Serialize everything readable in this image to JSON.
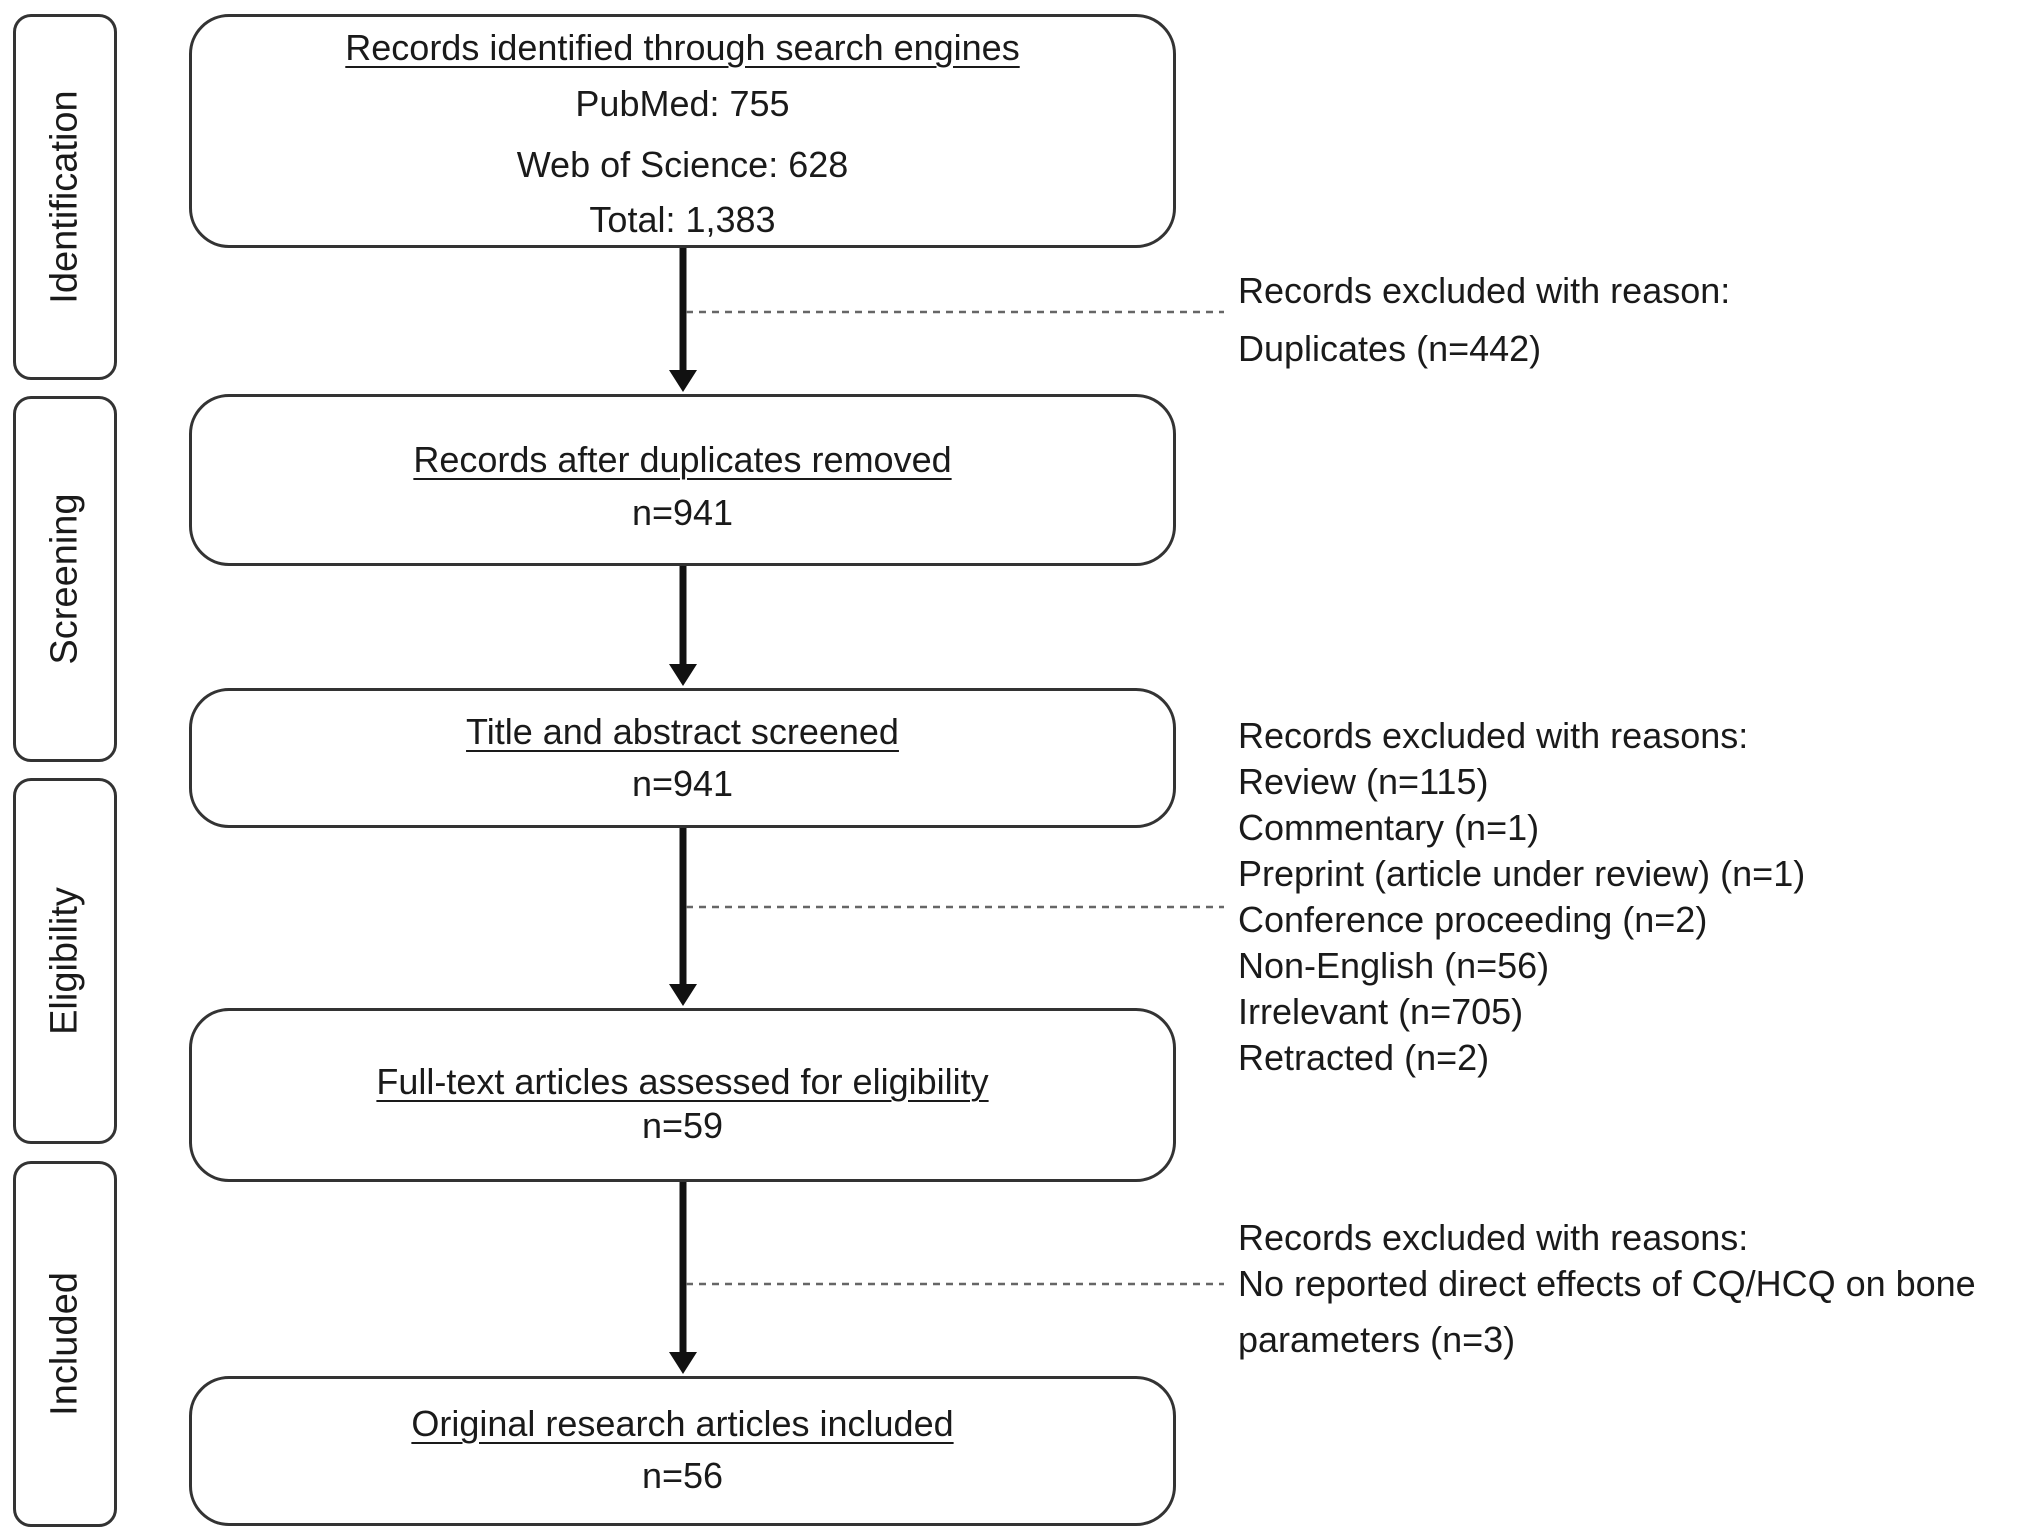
{
  "stages": [
    {
      "label": "Identification"
    },
    {
      "label": "Screening"
    },
    {
      "label": "Eligibility"
    },
    {
      "label": "Included"
    }
  ],
  "boxes": [
    {
      "title": "Records identified through search engines",
      "lines": [
        "PubMed: 755",
        "Web of Science: 628",
        "Total: 1,383"
      ]
    },
    {
      "title": "Records after duplicates removed",
      "lines": [
        "n=941"
      ]
    },
    {
      "title": "Title and abstract screened",
      "lines": [
        "n=941"
      ]
    },
    {
      "title": "Full-text articles assessed for eligibility",
      "lines": [
        "n=59"
      ]
    },
    {
      "title": "Original research articles included",
      "lines": [
        "n=56"
      ]
    }
  ],
  "exclusions": [
    {
      "heading": "Records excluded with reason:",
      "items": [
        "Duplicates (n=442)"
      ]
    },
    {
      "heading": "Records excluded with reasons:",
      "items": [
        "Review (n=115)",
        "Commentary (n=1)",
        "Preprint (article under review) (n=1)",
        "Conference proceeding (n=2)",
        "Non-English (n=56)",
        "Irrelevant (n=705)",
        "Retracted (n=2)"
      ]
    },
    {
      "heading": "Records excluded with reasons:",
      "items": [
        "No reported direct effects of CQ/HCQ on bone",
        "parameters (n=3)"
      ]
    }
  ],
  "colors": {
    "stroke": "#333333",
    "arrow": "#111111",
    "dash": "#666666"
  }
}
